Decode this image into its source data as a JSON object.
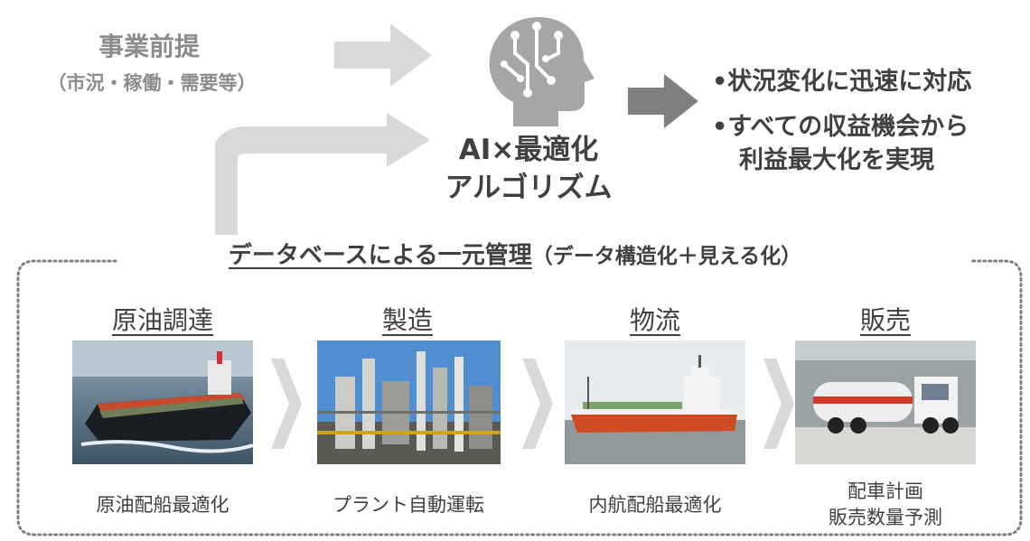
{
  "premise": {
    "title": "事業前提",
    "subtitle": "（市況・稼働・需要等）"
  },
  "ai": {
    "line1": "AI×最適化",
    "line2": "アルゴリズム"
  },
  "outcomes": [
    "•状況変化に迅速に対応",
    "•すべての収益機会から",
    "利益最大化を実現"
  ],
  "database": {
    "title": "データベースによる一元管理",
    "subtitle": "（データ構造化＋見える化）"
  },
  "stages": [
    {
      "title": "原油調達",
      "caption_lines": [
        "原油配船最適化"
      ],
      "photo": "crude-tanker-ship"
    },
    {
      "title": "製造",
      "caption_lines": [
        "プラント自動運転"
      ],
      "photo": "refinery-plant"
    },
    {
      "title": "物流",
      "caption_lines": [
        "内航配船最適化"
      ],
      "photo": "coastal-tanker-ship"
    },
    {
      "title": "販売",
      "caption_lines": [
        "配車計画",
        "販売数量予測"
      ],
      "photo": "tanker-truck"
    }
  ],
  "colors": {
    "arrow_light": "#d9d9d9",
    "arrow_dark": "#7f7f7f",
    "head_icon": "#a6a6a6",
    "text_dark": "#404040",
    "text_gray": "#8c8c8c",
    "dotted_border": "#7f7f7f"
  }
}
